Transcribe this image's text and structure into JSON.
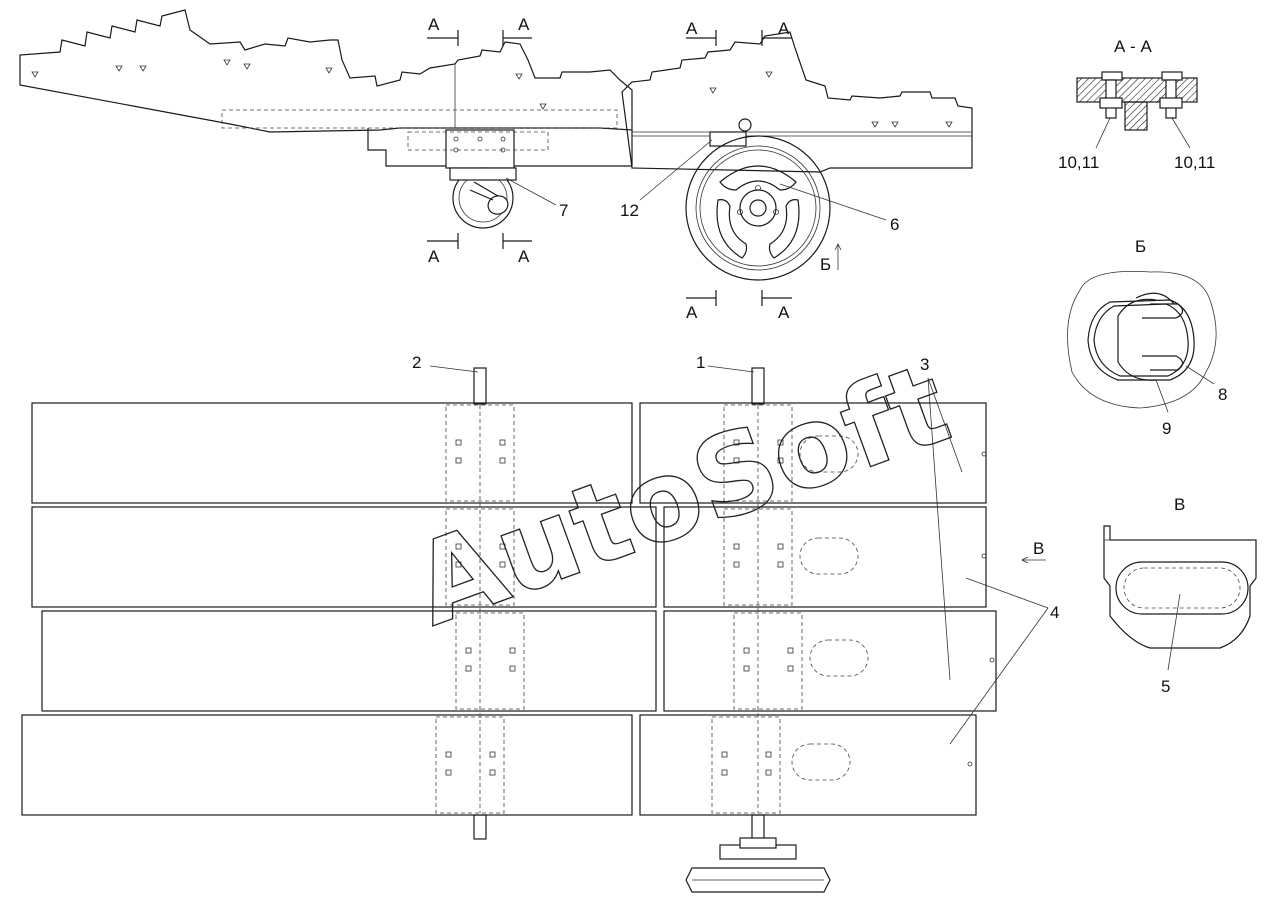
{
  "watermark": "AutoSoft",
  "section_labels": {
    "a": "А",
    "b": "Б",
    "v": "В",
    "aa": "А - А"
  },
  "callouts": {
    "c1": "1",
    "c2": "2",
    "c3": "3",
    "c4": "4",
    "c5": "5",
    "c6": "6",
    "c7": "7",
    "c8": "8",
    "c9": "9",
    "c10_11_left": "10,11",
    "c10_11_right": "10,11",
    "c12": "12"
  }
}
